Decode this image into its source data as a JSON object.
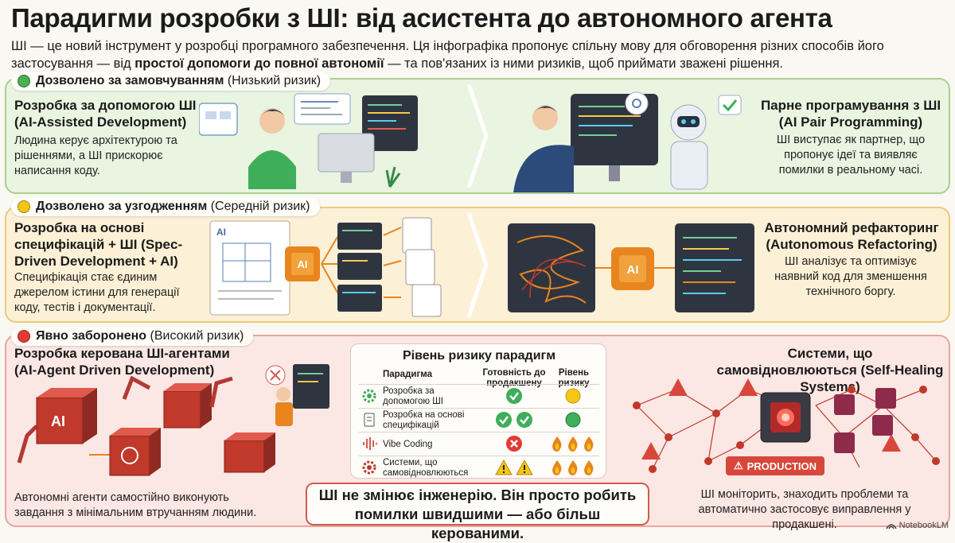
{
  "title": "Парадигми розробки з ШІ: від асистента до автономного агента",
  "intro": {
    "part1": "ШІ — це новий інструмент у розробці програмного забезпечення. Ця інфографіка пропонує спільну мову для обговорення різних способів його застосування — від ",
    "bold1": "простої допомоги до повної автономії",
    "part2": " — та пов'язаних із ними ризиків, щоб приймати зважені рішення."
  },
  "colors": {
    "green": "#4caf50",
    "yellow": "#f5c518",
    "red": "#e53935",
    "accent_orange": "#e8851e"
  },
  "bands": {
    "low": {
      "tag_bold": "Дозволено за замовчуванням",
      "tag_rest": " (Низький ризик)",
      "left_title": "Розробка за допомогою ШІ (AI-Assisted Development)",
      "left_text": "Людина керує архітектурою та рішеннями, а ШІ прискорює написання коду.",
      "right_title": "Парне програмування з ШІ (AI Pair Programming)",
      "right_text": "ШІ виступає як партнер, що пропонує ідеї та виявляє помилки в реальному часі."
    },
    "medium": {
      "tag_bold": "Дозволено за узгодженням",
      "tag_rest": " (Середній ризик)",
      "left_title": "Розробка на основі специфікацій + ШІ (Spec-Driven Development + AI)",
      "left_text": "Специфікація стає єдиним джерелом істини для генерації коду, тестів і документації.",
      "right_title": "Автономний рефакторинг (Autonomous Refactoring)",
      "right_text": "ШІ аналізує та оптимізує наявний код для зменшення технічного боргу."
    },
    "high": {
      "tag_bold": "Явно заборонено",
      "tag_rest": " (Високий ризик)",
      "left_title": "Розробка керована ШІ-агентами (AI-Agent Driven Development)",
      "left_text": "Автономні агенти самостійно виконують завдання з мінімальним втручанням людини.",
      "right_title": "Системи, що самовідновлюються (Self-Healing Systems)",
      "right_text": "ШІ моніторить, знаходить проблеми та автоматично застосовує виправлення у продакшені."
    }
  },
  "illustrations": {
    "ai_label": "AI",
    "production_label": "PRODUCTION"
  },
  "risk_table": {
    "title": "Рівень ризику парадигм",
    "headers": [
      "Парадигма",
      "Готовність до продакшену",
      "Рівень ризику"
    ],
    "rows": [
      {
        "name": "Розробка за допомогою ШІ",
        "icon": "gear-icon",
        "ready": [
          "check"
        ],
        "risk": "yellow-dot"
      },
      {
        "name": "Розробка на основі специфікацій",
        "icon": "document-icon",
        "ready": [
          "check",
          "check"
        ],
        "risk": "green-dot"
      },
      {
        "name": "Vibe Coding",
        "icon": "sound-wave-icon",
        "ready": [
          "cross"
        ],
        "risk": "three-flames"
      },
      {
        "name": "Системи, що самовідновлюються",
        "icon": "gear-alert-icon",
        "ready": [
          "warning",
          "warning"
        ],
        "risk": "three-flames"
      }
    ]
  },
  "quote": "ШІ не змінює інженерію. Він просто робить помилки швидшими — або більш керованими.",
  "watermark": "NotebookLM"
}
